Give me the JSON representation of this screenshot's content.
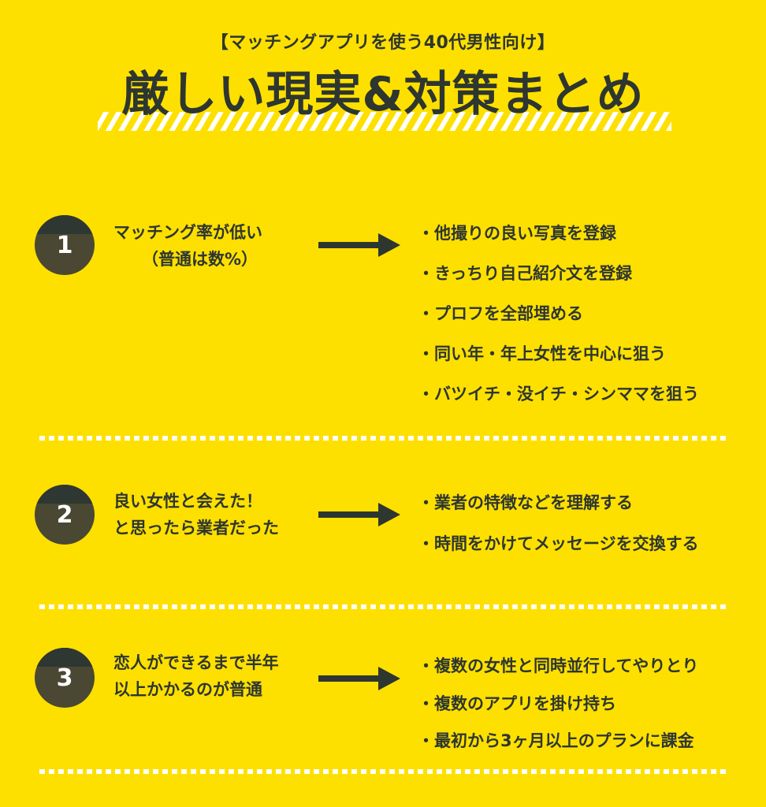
{
  "header": {
    "subtitle": "【マッチングアプリを使う40代男性向け】",
    "title": "厳しい現実&対策まとめ"
  },
  "sections": [
    {
      "number": "1",
      "problem_lines": [
        "マッチング率が低い",
        "（普通は数%）"
      ],
      "solutions": [
        "・他撮りの良い写真を登録",
        "・きっちり自己紹介文を登録",
        "・プロフを全部埋める",
        "・同い年・年上女性を中心に狙う",
        "・バツイチ・没イチ・シンママを狙う"
      ]
    },
    {
      "number": "2",
      "problem_lines": [
        "良い女性と会えた！",
        "と思ったら業者だった"
      ],
      "solutions": [
        "・業者の特徴などを理解する",
        "・時間をかけてメッセージを交換する"
      ]
    },
    {
      "number": "3",
      "problem_lines": [
        "恋人ができるまで半年",
        "以上かかるのが普通"
      ],
      "solutions": [
        "・複数の女性と同時並行してやりとり",
        "・複数のアプリを掛け持ち",
        "・最初から3ヶ月以上のプランに課金"
      ]
    }
  ],
  "colors": {
    "background": "#fee000",
    "text": "#2e3630",
    "circle_top": "#2f3732",
    "circle_bottom": "#4a4832",
    "accent": "#ffffff"
  },
  "icons": {
    "arrow": "arrow-right-icon"
  }
}
